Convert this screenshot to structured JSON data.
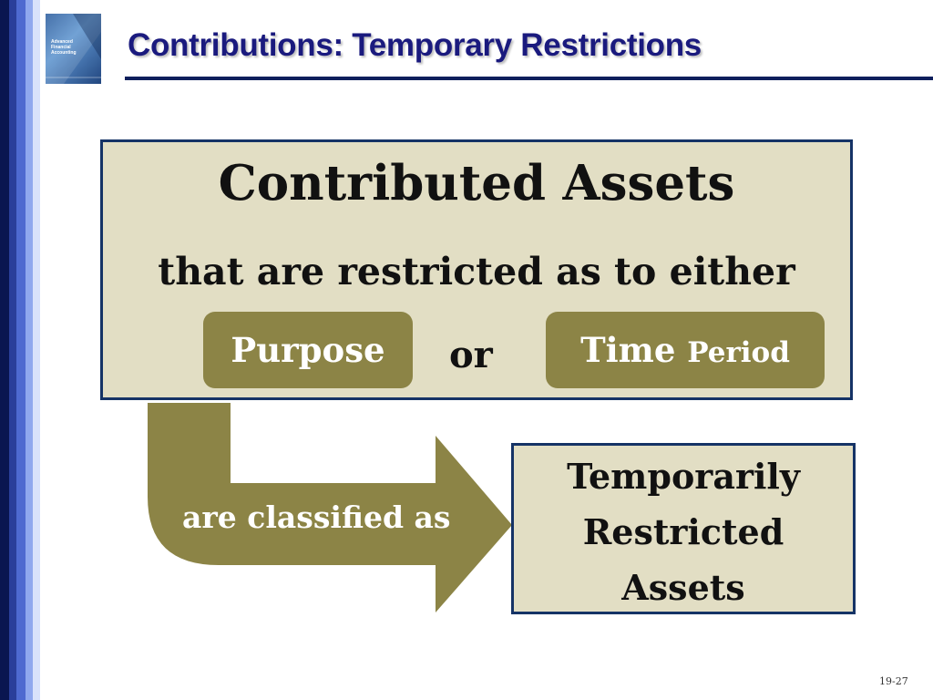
{
  "title": "Contributions: Temporary Restrictions",
  "book_cover_text": [
    "Advanced",
    "Financial",
    "Accounting"
  ],
  "box_top": {
    "heading": "Contributed Assets",
    "subheading": "that are restricted as to either",
    "option_purpose": "Purpose",
    "connector": "or",
    "option_time_main": "Time",
    "option_time_small": "Period"
  },
  "arrow_label": "are classified as",
  "box_bottom": {
    "line1": "Temporarily",
    "line2": "Restricted",
    "line3": "Assets"
  },
  "page_number": "19-27",
  "colors": {
    "title": "#1a1a7e",
    "box_fill": "#e2dec4",
    "box_border": "#153366",
    "accent_olive": "#8c8446"
  }
}
